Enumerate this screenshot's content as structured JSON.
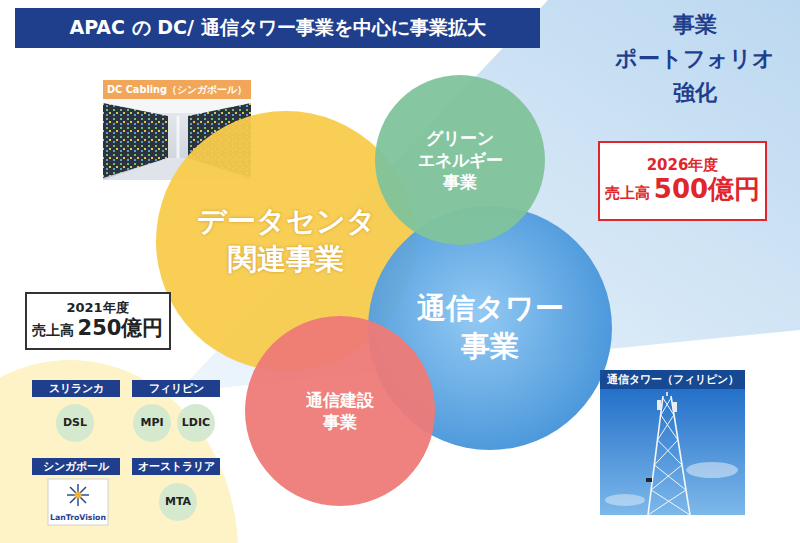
{
  "diagram": {
    "title": "APAC の DC/ 通信タワー事業を中心に事業拡大",
    "nodes": [
      {
        "text": [
          "DC Cabling（シンガポール）"
        ]
      },
      {
        "text": [
          "グリーン エネルギー 事業"
        ]
      },
      {
        "text": [
          "データセンタ 関連事業"
        ]
      },
      {
        "text": [
          "2026年度",
          "売上高",
          "500億円"
        ]
      },
      {
        "text": [
          "通信タワー 事業"
        ]
      },
      {
        "text": [
          "2021年度",
          "売上高",
          "250億円"
        ]
      },
      {
        "text": [
          "通信建設 事業"
        ]
      },
      {
        "text": [
          "スリランカ"
        ]
      },
      {
        "text": [
          "フィリピン"
        ]
      },
      {
        "text": [
          "DSL"
        ]
      },
      {
        "text": [
          "MPI"
        ]
      },
      {
        "text": [
          "LDIC"
        ]
      },
      {
        "text": [
          "通信タワー（フィリピン）"
        ]
      },
      {
        "text": [
          "シンガポール"
        ]
      },
      {
        "text": [
          "オーストラリア"
        ]
      },
      {
        "text": [
          "LanTroVision"
        ]
      },
      {
        "text": [
          "MTA"
        ]
      }
    ],
    "labels": [
      "事業 ポートフォリオ 強化"
    ]
  }
}
